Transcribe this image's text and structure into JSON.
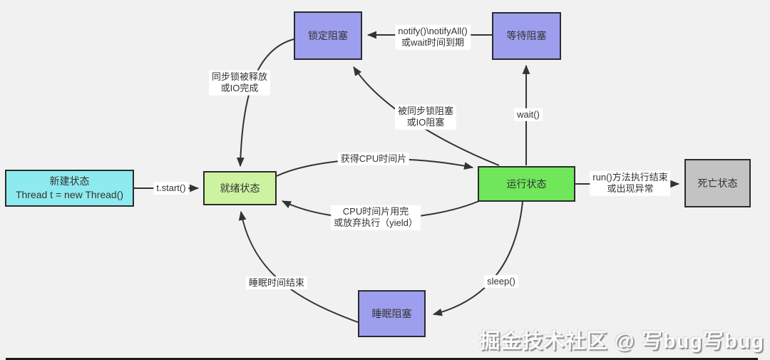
{
  "diagram": {
    "title_hint": "Java thread state transition diagram",
    "nodes": {
      "new": {
        "title": "新建状态",
        "subtitle": "Thread t = new Thread()",
        "color": "#8deaee"
      },
      "ready": {
        "label": "就绪状态",
        "color": "#cdf2a0"
      },
      "running": {
        "label": "运行状态",
        "color": "#70e65a"
      },
      "dead": {
        "label": "死亡状态",
        "color": "#c3c3c3"
      },
      "lock_blocked": {
        "label": "锁定阻塞",
        "color": "#9e9eef"
      },
      "wait_blocked": {
        "label": "等待阻塞",
        "color": "#9e9eef"
      },
      "sleep_blocked": {
        "label": "睡眠阻塞",
        "color": "#9e9eef"
      }
    },
    "edges": {
      "t_start": {
        "label": "t.start()"
      },
      "get_cpu": {
        "label": "获得CPU时间片"
      },
      "cpu_used": {
        "line1": "CPU时间片用完",
        "line2": "或放弃执行（yield）"
      },
      "run_end": {
        "line1": "run()方法执行结束",
        "line2": "或出现异常"
      },
      "wait": {
        "label": "wait()"
      },
      "notify": {
        "line1": "notify()\\notifyAll()",
        "line2": "或wait时间到期"
      },
      "sync_blocked": {
        "line1": "被同步锁阻塞",
        "line2": "或IO阻塞"
      },
      "sync_released": {
        "line1": "同步锁被释放",
        "line2": "或IO完成"
      },
      "sleep": {
        "label": "sleep()"
      },
      "sleep_end": {
        "label": "睡眠时间结束"
      }
    },
    "colors": {
      "background": "#f1f1f1",
      "line": "#333333",
      "border": "#2b2b2b",
      "label_background": "#ffffff"
    }
  },
  "watermark": {
    "text": "掘金技术社区 @ 写bug写bug"
  }
}
